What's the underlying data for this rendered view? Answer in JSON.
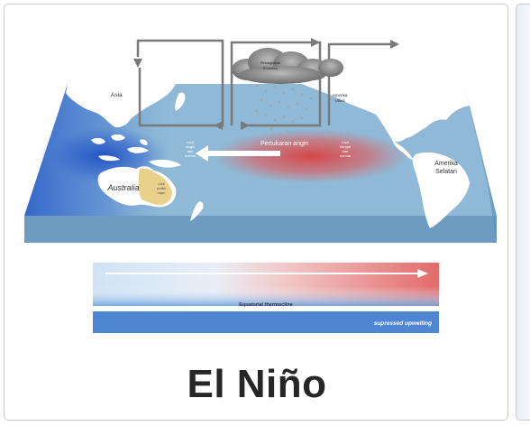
{
  "diagram": {
    "title": "El Niño",
    "labels": {
      "asia": "Asia",
      "australia": "Australia",
      "australia_note_1": "Laut",
      "australia_note_2": "sedikit",
      "australia_note_3": "hujan",
      "west_note_1": "Laut",
      "west_note_2": "dingin",
      "west_note_3": "dan",
      "west_note_4": "normal",
      "trade_winds": "Pertukaran angin",
      "east_note_1": "Laut",
      "east_note_2": "hangat",
      "east_note_3": "dan",
      "east_note_4": "normal",
      "cloud_1": "Peningkatan",
      "cloud_2": "Konveksi",
      "north_america_1": "Amerika",
      "north_america_2": "Utara",
      "south_america_1": "Amerika",
      "south_america_2": "Selatan",
      "thermocline": "Equatorial thermocline",
      "upwelling": "supressed upwelling"
    },
    "colors": {
      "ocean_top": "#8fb9d6",
      "ocean_side": "#6d9cc0",
      "warm_pool": "#d94545",
      "cool_pool": "#2f62c9",
      "land": "#ffffff",
      "australia": "#e8d18a",
      "arrow_gray": "#7a7a7a",
      "upwelling_band": "#4f86d4"
    }
  }
}
